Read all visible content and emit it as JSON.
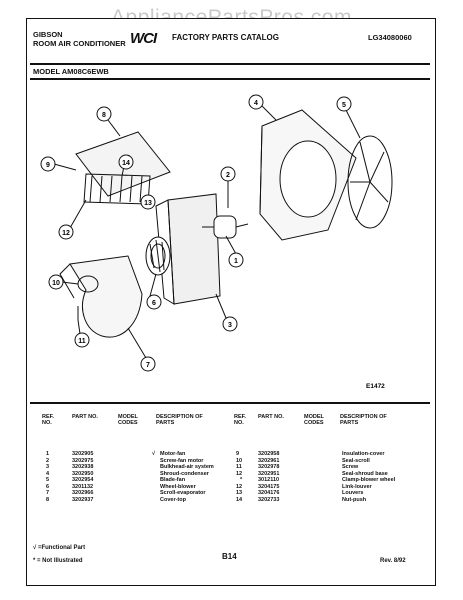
{
  "watermark": "AppliancePartsPros.com",
  "header": {
    "brand": "GIBSON",
    "product": "ROOM AIR CONDITIONER",
    "logo": "WCI",
    "catalog": "FACTORY PARTS CATALOG",
    "catalog_code": "LG34080060",
    "model_label": "MODEL AM08C6EWB"
  },
  "diagram": {
    "figure_id": "E1472",
    "callouts": [
      "1",
      "2",
      "3",
      "4",
      "5",
      "6",
      "7",
      "8",
      "9",
      "10",
      "11",
      "12",
      "13",
      "14"
    ]
  },
  "columns": {
    "ref_no": "REF. NO.",
    "part_no": "PART NO.",
    "model_codes": "MODEL CODES",
    "description": "DESCRIPTION OF PARTS"
  },
  "parts_left": [
    {
      "ref": "1",
      "part": "3202905",
      "mark": "√",
      "desc": "Motor-fan"
    },
    {
      "ref": "2",
      "part": "3202975",
      "mark": "",
      "desc": "Screw-fan motor"
    },
    {
      "ref": "3",
      "part": "3202938",
      "mark": "",
      "desc": "Bulkhead-air system"
    },
    {
      "ref": "4",
      "part": "3202950",
      "mark": "",
      "desc": "Shroud-condenser"
    },
    {
      "ref": "5",
      "part": "3202954",
      "mark": "",
      "desc": "Blade-fan"
    },
    {
      "ref": "6",
      "part": "3201132",
      "mark": "",
      "desc": "Wheel-blower"
    },
    {
      "ref": "7",
      "part": "3202966",
      "mark": "",
      "desc": "Scroll-evaporator"
    },
    {
      "ref": "8",
      "part": "3202937",
      "mark": "",
      "desc": "Cover-top"
    }
  ],
  "parts_right": [
    {
      "ref": "9",
      "part": "3202958",
      "desc": "Insulation-cover"
    },
    {
      "ref": "10",
      "part": "3202961",
      "desc": "Seal-scroll"
    },
    {
      "ref": "11",
      "part": "3202978",
      "desc": "Screw"
    },
    {
      "ref": "12",
      "part": "3202951",
      "desc": "Seal-shroud base"
    },
    {
      "ref": "*",
      "part": "3012110",
      "desc": "Clamp-blower wheel"
    },
    {
      "ref": "12",
      "part": "3204175",
      "desc": "Link-louver"
    },
    {
      "ref": "13",
      "part": "3204176",
      "desc": "Louvers"
    },
    {
      "ref": "14",
      "part": "3202733",
      "desc": "Nut-push"
    }
  ],
  "footer": {
    "legend_functional": "√ =Functional Part",
    "legend_not_illustrated": "* = Not Illustrated",
    "page": "B14",
    "revision": "Rev. 8/92"
  }
}
